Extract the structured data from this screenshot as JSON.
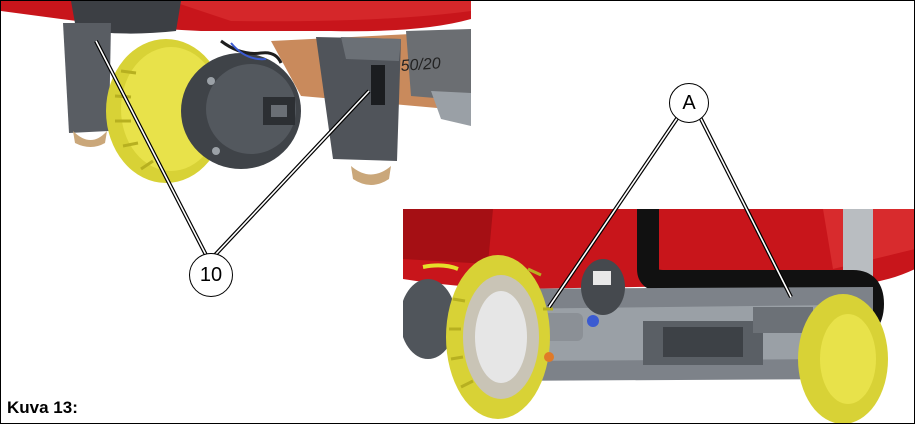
{
  "callouts": {
    "part_10": "10",
    "part_a": "A"
  },
  "caption": "Kuva 13:",
  "images": {
    "top": "underside-front-wheel-and-legs",
    "bottom": "underside-wheels-and-hose"
  },
  "colors": {
    "machine_red": "#c8151b",
    "wheel_yellow": "#e8e24a",
    "metal_grey": "#7d8289",
    "hose_black": "#111111"
  }
}
